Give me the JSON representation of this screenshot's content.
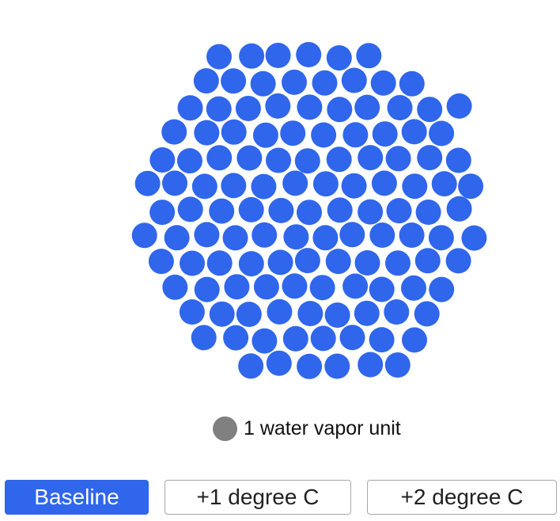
{
  "colors": {
    "vapor_dot": "#2f66ec",
    "legend_dot": "#808080",
    "active_button": "#2f66ec"
  },
  "legend": {
    "label": "1 water vapor unit"
  },
  "scenarios": [
    {
      "label": "Baseline",
      "selected": true
    },
    {
      "label": "+1 degree C",
      "selected": false
    },
    {
      "label": "+2 degree C",
      "selected": false
    }
  ],
  "visualization": {
    "selected_scenario": "Baseline",
    "vapor_unit_count": 124
  }
}
